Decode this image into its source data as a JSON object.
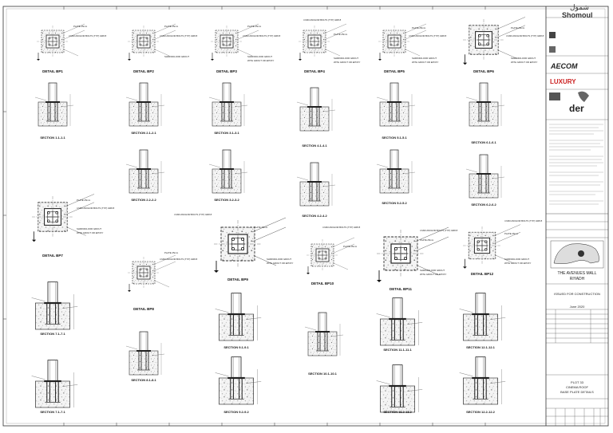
{
  "title_block": {
    "client_arabic": "شمول",
    "client": "Shomoul",
    "consultant": "AECOM",
    "brand": "LUXURY",
    "contractor": "der",
    "project_line1": "THE AVENUES MALL",
    "project_line2": "RIYADH",
    "issue_status": "ISSUED FOR CONSTRUCTION",
    "issue_date": "June 2020",
    "drawing_title_1": "PLOT 33",
    "drawing_title_2": "CINEMA ROOF",
    "drawing_title_3": "BASE PLATE DETAILS"
  },
  "details": {
    "bp1": "DETAIL BP1",
    "bp2": "DETAIL BP2",
    "bp3": "DETAIL BP3",
    "bp4": "DETAIL BP4",
    "bp5": "DETAIL BP5",
    "bp6": "DETAIL BP6",
    "bp7": "DETAIL BP7",
    "bp8": "DETAIL BP8",
    "bp9": "DETAIL BP9",
    "bp10": "DETAIL BP10",
    "bp11": "DETAIL BP11",
    "bp12": "DETAIL BP12"
  },
  "sections": {
    "s1_1": "SECTION 1.1-1.1",
    "s2_1": "SECTION 2.1-2.1",
    "s2_2": "SECTION 2.2-2.2",
    "s3_1": "SECTION 3.1-3.1",
    "s3_2": "SECTION 3.2-3.2",
    "s4_1": "SECTION 4.1-4.1",
    "s4_2": "SECTION 4.2-4.2",
    "s5_1": "SECTION 5.1-5.1",
    "s5_2": "SECTION 5.2-5.2",
    "s6_1": "SECTION 6.1-6.1",
    "s6_2": "SECTION 6.2-6.2",
    "s7_1": "SECTION 7.1-7.1",
    "s7_2": "SECTION 7.1-7.1",
    "s8_1": "SECTION 8.1-8.1",
    "s9_1": "SECTION 9.1-9.1",
    "s9_2": "SECTION 9.2-9.2",
    "s10_1": "SECTION 10.1-10.1",
    "s11_1": "SECTION 11.1-11.1",
    "s11_2": "SECTION 11.2-11.2",
    "s12_1": "SECTION 12.1-12.1",
    "s12_2": "SECTION 12.2-12.2"
  },
  "notes": {
    "plate": "PLATE 25mm",
    "anchor": "4 M20 ANCHOR BOLTS (TYP) GR8.8",
    "grout": "SHRINKFLOOR GROUT",
    "epoxy": "WITH GROUT OR EPOXY"
  }
}
